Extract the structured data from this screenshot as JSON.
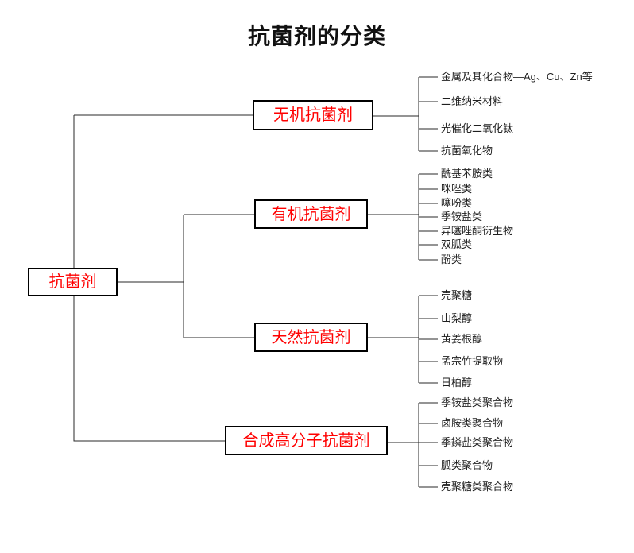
{
  "title": "抗菌剂的分类",
  "colors": {
    "node_text": "#ff0000",
    "node_border": "#000000",
    "connector_line": "#2a2a2a",
    "leaf_text": "#1f1f1f",
    "background": "#ffffff"
  },
  "root": {
    "label": "抗菌剂"
  },
  "branches": [
    {
      "label": "无机抗菌剂",
      "children": [
        "金属及其化合物—Ag、Cu、Zn等",
        "二维纳米材料",
        "光催化二氧化钛",
        "抗菌氧化物"
      ]
    },
    {
      "label": "有机抗菌剂",
      "children": [
        "酰基苯胺类",
        "咪唑类",
        "噻吩类",
        "季铵盐类",
        "异噻唑酮衍生物",
        "双胍类",
        "酚类"
      ]
    },
    {
      "label": "天然抗菌剂",
      "children": [
        "壳聚糖",
        "山梨醇",
        "黄姜根醇",
        "孟宗竹提取物",
        "日柏醇"
      ]
    },
    {
      "label": "合成高分子抗菌剂",
      "children": [
        "季铵盐类聚合物",
        "卤胺类聚合物",
        "季鏻盐类聚合物",
        "胍类聚合物",
        "壳聚糖类聚合物"
      ]
    }
  ]
}
